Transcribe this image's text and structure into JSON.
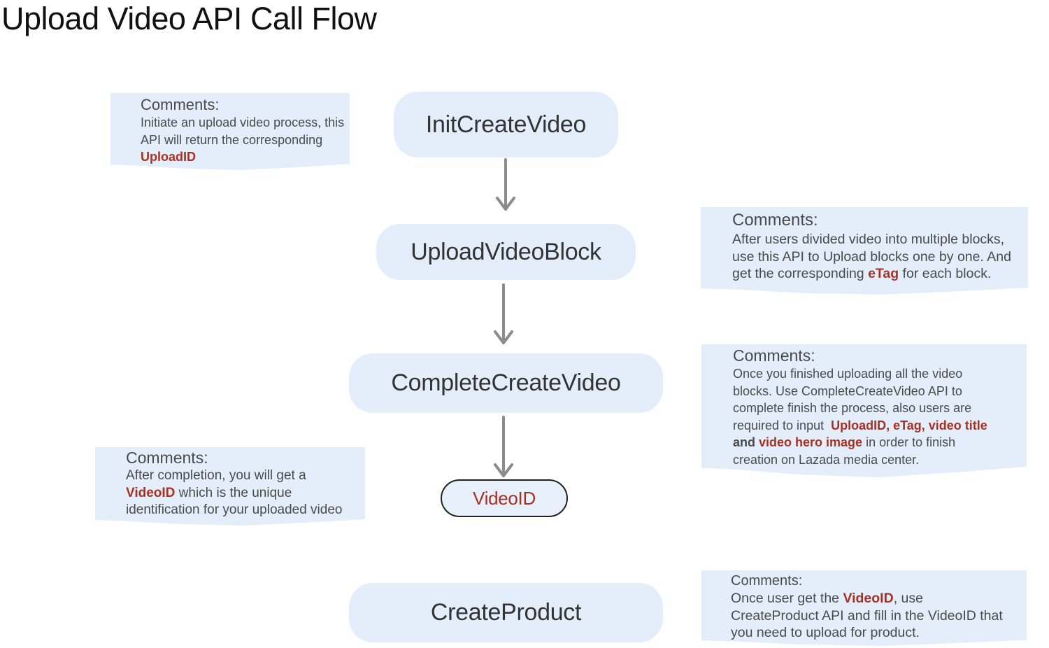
{
  "title": "Upload Video API Call Flow",
  "colors": {
    "node_fill": "#e4eefb",
    "highlight": "#a63224",
    "arrow": "#8c8c8c"
  },
  "nodes": {
    "init": "InitCreateVideo",
    "upload_block": "UploadVideoBlock",
    "complete": "CompleteCreateVideo",
    "videoid": "VideoID",
    "create_product": "CreateProduct"
  },
  "comments": {
    "init": {
      "head": "Comments:",
      "l1": "Initiate an upload video process, this",
      "l2": "API will return the corresponding",
      "hl1": "UploadID"
    },
    "upload_block": {
      "head": "Comments:",
      "l1": "After users divided video into multiple blocks,",
      "l2": "use this API to Upload blocks one by one. And",
      "l3a": "get the corresponding ",
      "hl1": "eTag",
      "l3b": " for each block."
    },
    "complete": {
      "head": "Comments:",
      "l1": "Once you finished uploading all the video",
      "l2": "blocks. Use CompleteCreateVideo API to",
      "l3": "complete finish the process, also users are",
      "l4a": "required to input  ",
      "hl1": "UploadID, eTag, video title",
      "bd1": "and ",
      "hl2": "video hero image",
      "l5b": " in order to finish",
      "l6": "creation on Lazada media center."
    },
    "videoid": {
      "head": "Comments:",
      "l1": "After completion, you will get a",
      "hl1": "VideoID",
      "l2b": " which is the unique",
      "l3": "identification for your uploaded video"
    },
    "create_product": {
      "head": "Comments:",
      "l1a": "Once user get the ",
      "hl1": "VideoID",
      "l1b": ", use",
      "l2": "CreateProduct API and fill in the VideoID that",
      "l3": "you need to upload for product."
    }
  }
}
